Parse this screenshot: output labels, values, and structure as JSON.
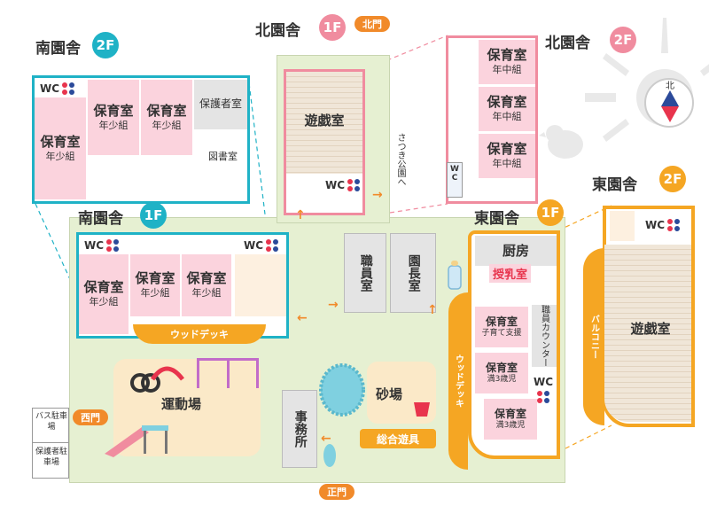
{
  "buildings": {
    "south_2f": {
      "name": "南園舎",
      "floor": "2F"
    },
    "north_1f": {
      "name": "北園舎",
      "floor": "1F"
    },
    "north_2f": {
      "name": "北園舎",
      "floor": "2F"
    },
    "south_1f": {
      "name": "南園舎",
      "floor": "1F"
    },
    "east_1f": {
      "name": "東園舎",
      "floor": "1F"
    },
    "east_2f": {
      "name": "東園舎",
      "floor": "2F"
    }
  },
  "rooms": {
    "hoiku": "保育室",
    "nensho": "年少組",
    "nenchu": "年中組",
    "hogosha": "保護者室",
    "tosho": "図書室",
    "yugi": "遊戯室",
    "wc": "WC",
    "shokuin": "職員室",
    "encho": "園長室",
    "chubo": "厨房",
    "junyu": "授乳室",
    "kosodate": "子育て支援",
    "man3": "満3歳児",
    "counter": "職員カウンター",
    "undojo": "運動場",
    "sunaba": "砂場",
    "sogo": "総合遊具",
    "jimusho": "事務所",
    "wood_deck": "ウッドデッキ",
    "balcony": "バルコニー",
    "satsuki": "さつき公園へ"
  },
  "gates": {
    "north": "北門",
    "west": "西門",
    "main": "正門"
  },
  "parking": {
    "bus": "バス駐車場",
    "guardian": "保護者駐車場"
  },
  "compass": {
    "north": "北"
  },
  "colors": {
    "teal": "#1fb2c6",
    "pink": "#f08c9f",
    "orange": "#f5a623",
    "ground": "#e6f0d2",
    "room_pink": "#fbd3dd",
    "gate_orange": "#f18a2a"
  }
}
